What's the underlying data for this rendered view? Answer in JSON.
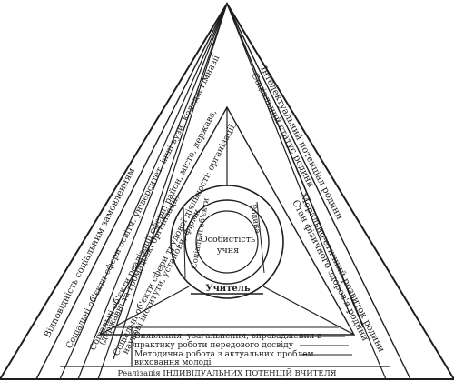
{
  "center": {
    "personality": [
      "Особистість",
      "учня"
    ],
    "family": "Родина",
    "social_objects": "Соціальні об'єкти",
    "teacher": "Учитель"
  },
  "left_bands": [
    "Відповідність соціальним замовленням",
    "Соціальні об'єкти сфери освіти: університет, інші вузи, коледж гімназії",
    "Соціальні об'єкти реалізації сфери: район, місто, держава,",
    "(державні та громадські організації)",
    "Соціальні об'єкти сфери трудової діяльності: організації,",
    "наукові інститути, установи, фірми"
  ],
  "right_bands": [
    "Інтелектуальний потенціал родини",
    "Соціальний статус родини",
    "Морально-етичний розвиток родини",
    "Стан фізичного здоров'я родини"
  ],
  "bottom": {
    "items": [
      "Виявлення, узагальнення, впровадження в",
      "практику роботи передового досвіду",
      "Методична робота з актуальних проблем",
      "виховання молоді"
    ],
    "base": "Реалізація ІНДИВІДУАЛЬНИХ ПОТЕНЦІЙ ВЧИТЕЛЯ"
  }
}
